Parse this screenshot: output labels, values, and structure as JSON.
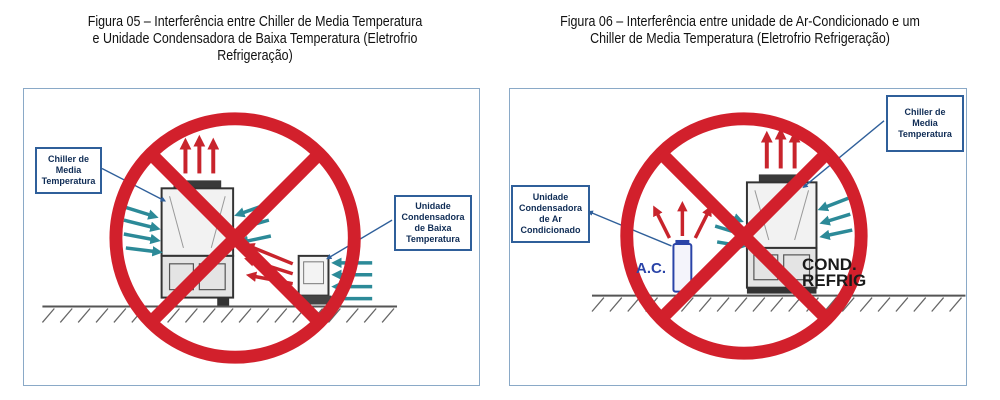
{
  "figures": [
    {
      "caption_lines": [
        "Figura 05 – Interferência entre Chiller de Media Temperatura",
        "e Unidade Condensadora de Baixa Temperatura (Eletrofrio",
        "Refrigeração)"
      ],
      "callout_chiller": [
        "Chiller de",
        "Media",
        "Temperatura"
      ],
      "callout_unit": [
        "Unidade",
        "Condensadora",
        "de Baixa",
        "Temperatura"
      ]
    },
    {
      "caption_lines": [
        "Figura 06 – Interferência entre unidade de Ar-Condicionado e um",
        "Chiller de Media Temperatura (Eletrofrio Refrigeração)"
      ],
      "callout_chiller": [
        "Chiller de",
        "Media",
        "Temperatura"
      ],
      "callout_unit": [
        "Unidade",
        "Condensadora",
        "de Ar",
        "Condicionado"
      ],
      "label_ac": "A.C.",
      "label_cond": [
        "COND.",
        "REFRIG"
      ]
    }
  ],
  "colors": {
    "prohibition_red": "#d2202c",
    "hot_air_red": "#c8242c",
    "intake_teal": "#2c8a98",
    "callout_border": "#2f5f9a",
    "frame_border": "#8aa9c7"
  },
  "icons": [
    "prohibition-sign-icon",
    "chiller-unit-icon",
    "condensing-unit-icon",
    "ac-unit-icon",
    "ground-hatch-icon"
  ]
}
